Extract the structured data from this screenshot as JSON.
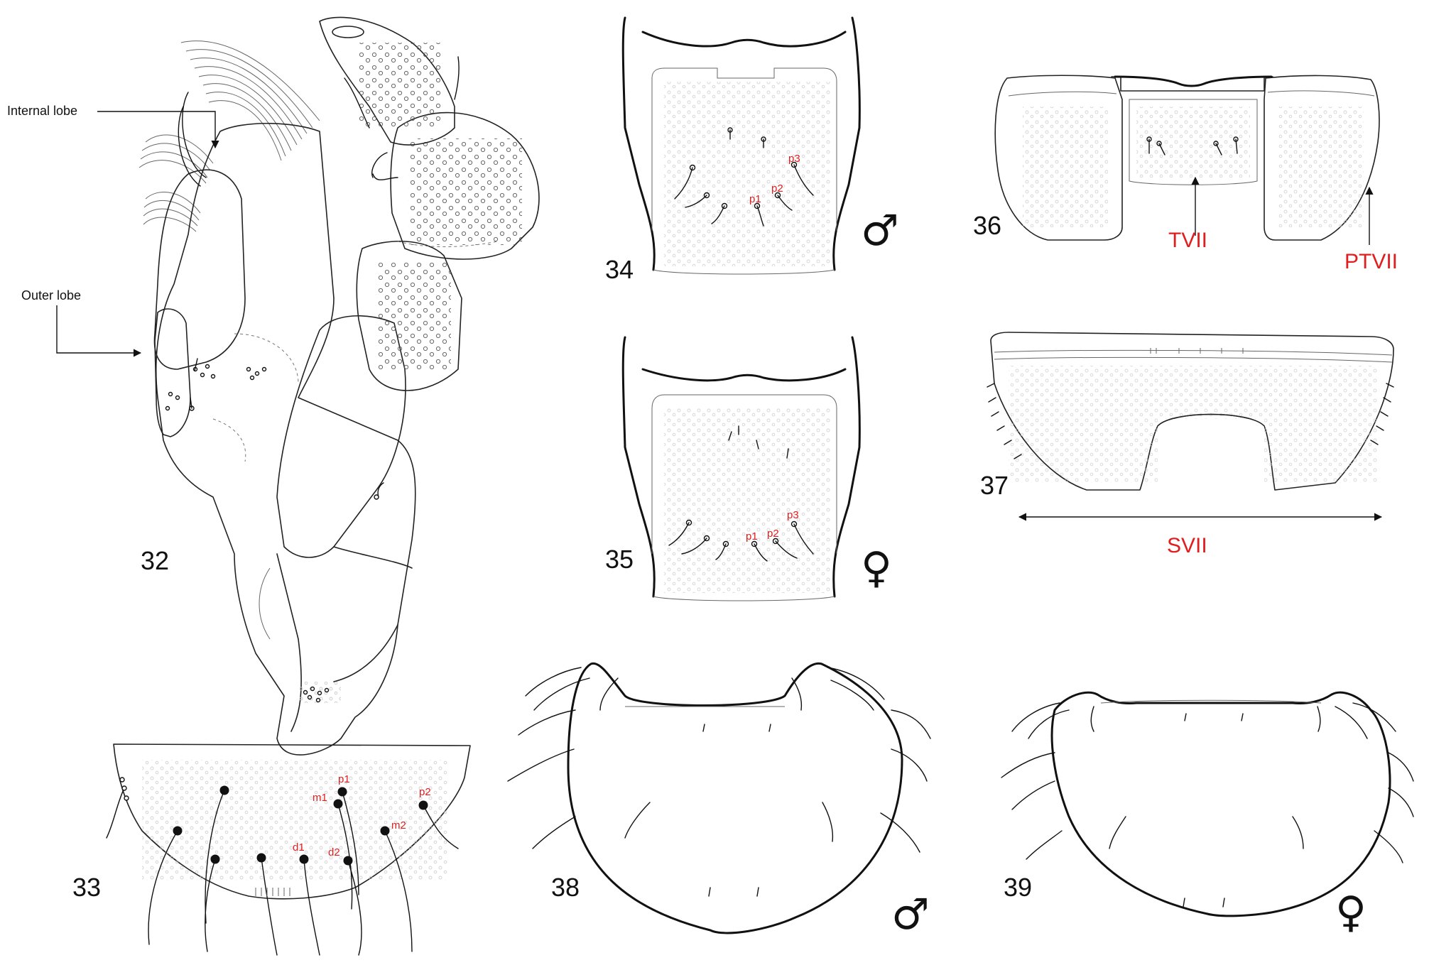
{
  "figures": {
    "fig32": {
      "number": "32",
      "callouts": {
        "internal_lobe": "Internal lobe",
        "outer_lobe": "Outer lobe"
      }
    },
    "fig33": {
      "number": "33",
      "setae": [
        "p1",
        "p2",
        "m1",
        "m2",
        "d1",
        "d2"
      ]
    },
    "fig34": {
      "number": "34",
      "sex": "♂",
      "setae": [
        "p1",
        "p2",
        "p3"
      ]
    },
    "fig35": {
      "number": "35",
      "sex": "♀",
      "setae": [
        "p1",
        "p2",
        "p3"
      ]
    },
    "fig36": {
      "number": "36",
      "labels": {
        "tergite": "TVII",
        "paratergite": "PTVII"
      }
    },
    "fig37": {
      "number": "37",
      "labels": {
        "sternite": "SVII"
      }
    },
    "fig38": {
      "number": "38",
      "sex": "♂"
    },
    "fig39": {
      "number": "39",
      "sex": "♀"
    }
  },
  "colors": {
    "label_red": "#e01e1e",
    "line": "#222222",
    "background": "#ffffff"
  }
}
